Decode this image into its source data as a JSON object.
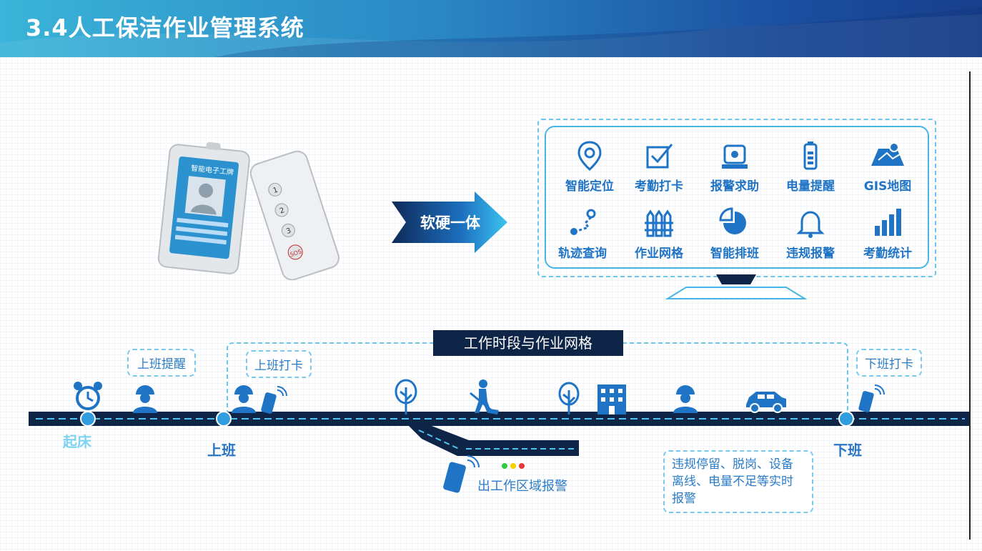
{
  "header": {
    "title": "3.4人工保洁作业管理系统"
  },
  "device": {
    "badge_title": "智能电子工牌",
    "sos_label": "SOS",
    "button_labels": [
      "1",
      "2",
      "3"
    ]
  },
  "center_arrow": {
    "label": "软硬一体"
  },
  "features": [
    {
      "label": "智能定位",
      "icon": "location-pin-icon"
    },
    {
      "label": "考勤打卡",
      "icon": "checkbox-icon"
    },
    {
      "label": "报警求助",
      "icon": "alarm-light-icon"
    },
    {
      "label": "电量提醒",
      "icon": "battery-icon"
    },
    {
      "label": "GIS地图",
      "icon": "map-icon"
    },
    {
      "label": "轨迹查询",
      "icon": "track-route-icon"
    },
    {
      "label": "作业网格",
      "icon": "grid-fence-icon"
    },
    {
      "label": "智能排班",
      "icon": "pie-chart-icon"
    },
    {
      "label": "违规报警",
      "icon": "bell-icon"
    },
    {
      "label": "考勤统计",
      "icon": "bar-chart-icon"
    }
  ],
  "timeline": {
    "section_title": "工作时段与作业网格",
    "bubbles": {
      "remind": "上班提醒",
      "clock_in": "上班打卡",
      "clock_out": "下班打卡",
      "violation": "违规停留、脱岗、设备离线、电量不足等实时报警"
    },
    "labels": {
      "wake": "起床",
      "start": "上班",
      "end": "下班",
      "out_of_area": "出工作区域报警"
    }
  },
  "colors": {
    "accent": "#1f74c6",
    "road": "#0f2548",
    "dash": "#4fc3f0",
    "header_start": "#3ab4d8",
    "header_end": "#173f8c"
  }
}
